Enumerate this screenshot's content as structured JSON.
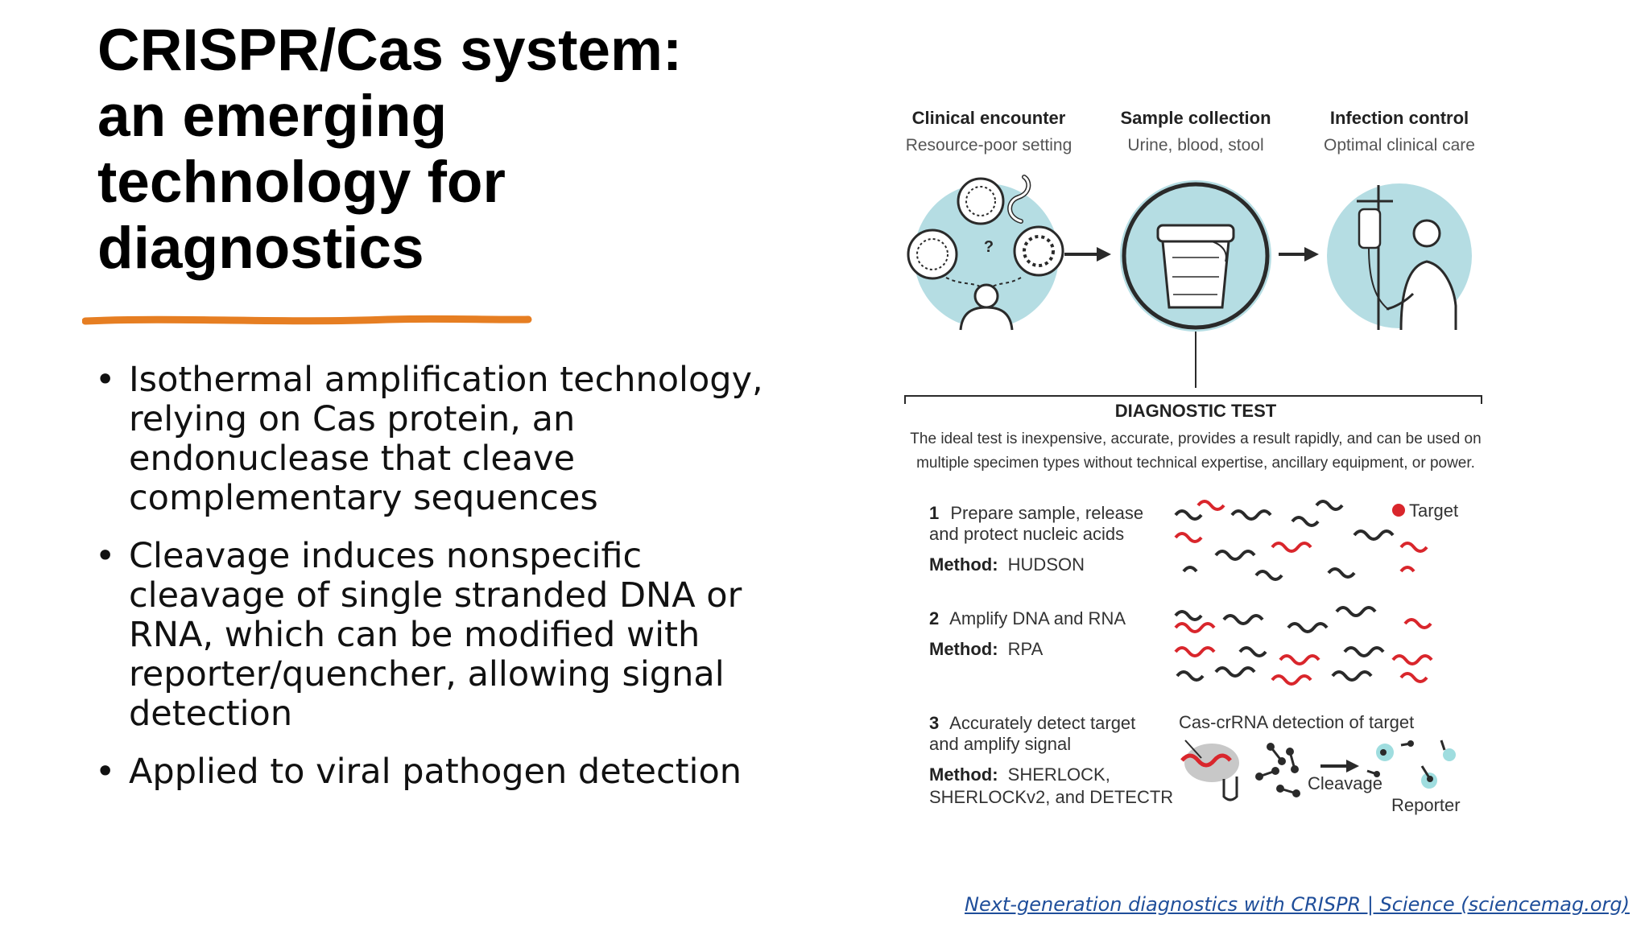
{
  "slide": {
    "title_lines": [
      "CRISPR/Cas system:",
      "an emerging",
      "technology for",
      "diagnostics"
    ],
    "accent_color": "#e67e22",
    "bullets": [
      [
        "Isothermal amplification technology,",
        "relying on Cas protein, an",
        "endonuclease that cleave",
        "complementary sequences"
      ],
      [
        "Cleavage induces nonspecific",
        "cleavage of single stranded DNA or",
        "RNA, which can be modified with",
        "reporter/quencher, allowing signal",
        "detection"
      ],
      [
        "Applied to viral pathogen detection"
      ]
    ],
    "bullet_symbol": "•",
    "citation": "Next-generation diagnostics with CRISPR | Science (sciencemag.org)"
  },
  "figure": {
    "colors": {
      "circle_fill": "#b5dde3",
      "target_red": "#d9262c",
      "ink": "#2a2a2a"
    },
    "stages": [
      {
        "heading": "Clinical encounter",
        "subheading": "Resource-poor setting"
      },
      {
        "heading": "Sample collection",
        "subheading": "Urine, blood, stool"
      },
      {
        "heading": "Infection control",
        "subheading": "Optimal clinical care"
      }
    ],
    "question_mark": "?",
    "diagnostic_test": {
      "heading": "DIAGNOSTIC TEST",
      "text_lines": [
        "The ideal test is inexpensive, accurate, provides a result rapidly, and can be used on",
        "multiple specimen types without technical expertise, ancillary equipment, or power."
      ]
    },
    "legend_target": "Target",
    "steps": [
      {
        "number": "1",
        "lines": [
          "Prepare sample, release",
          "and protect nucleic acids"
        ],
        "method_label": "Method:",
        "method": [
          "HUDSON"
        ]
      },
      {
        "number": "2",
        "lines": [
          "Amplify DNA and RNA"
        ],
        "method_label": "Method:",
        "method": [
          "RPA"
        ]
      },
      {
        "number": "3",
        "lines": [
          "Accurately detect target",
          "and amplify signal"
        ],
        "method_label": "Method:",
        "method": [
          "SHERLOCK,",
          "SHERLOCKv2, and DETECTR"
        ]
      }
    ],
    "step3_labels": {
      "detection": "Cas-crRNA detection of target",
      "cleavage": "Cleavage",
      "reporter": "Reporter"
    }
  }
}
